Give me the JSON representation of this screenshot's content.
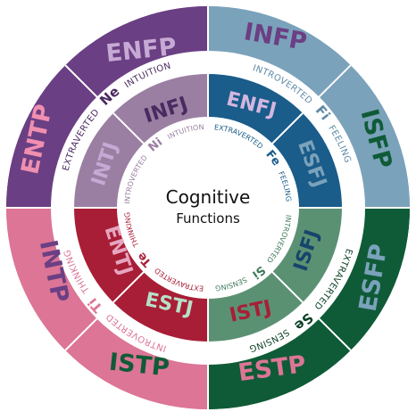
{
  "center": {
    "title": "Cognitive",
    "subtitle": "Functions"
  },
  "colors": {
    "purple": "#6b3f83",
    "purple_light": "#9a7fa3",
    "blue": "#1a5c8a",
    "blue_light": "#7ba2bb",
    "green": "#0f5b37",
    "green_light": "#5b9173",
    "pink": "#dc7596",
    "red": "#a81e36",
    "text_light_pink": "#f08fb0",
    "text_lavender": "#c6a9d4",
    "text_pale_blue": "#b5d2e6",
    "text_dark_blue": "#15456b",
    "text_dark_green": "#0a3f24",
    "text_light_blue": "#9fc3dd",
    "text_dark_purple": "#4a2a60",
    "text_dark_red": "#7a1424"
  },
  "outer_ring": [
    {
      "type": "ENFP"
    },
    {
      "type": "INFP"
    },
    {
      "type": "ISFP"
    },
    {
      "type": "ESFP"
    },
    {
      "type": "ESTP"
    },
    {
      "type": "ISTP"
    },
    {
      "type": "INTP"
    },
    {
      "type": "ENTP"
    }
  ],
  "inner_ring": [
    {
      "type": "INFJ"
    },
    {
      "type": "ENFJ"
    },
    {
      "type": "ESFJ"
    },
    {
      "type": "ISFJ"
    },
    {
      "type": "ISTJ"
    },
    {
      "type": "ESTJ"
    },
    {
      "type": "ENTJ"
    },
    {
      "type": "INTJ"
    }
  ],
  "outer_functions": [
    {
      "pre": "EXTRAVERTED",
      "code": "Ne",
      "post": "INTUITION"
    },
    {
      "pre": "INTROVERTED",
      "code": "Fi",
      "post": "FEELING"
    },
    {
      "pre": "EXTRAVERTED",
      "code": "Se",
      "post": "SENSING"
    },
    {
      "pre": "INTROVERTED",
      "code": "Ti",
      "post": "THINKING"
    }
  ],
  "inner_functions": [
    {
      "pre": "INTROVERTED",
      "code": "Ni",
      "post": "INTUITION"
    },
    {
      "pre": "EXTRAVERTED",
      "code": "Fe",
      "post": "FEELING"
    },
    {
      "pre": "INTROVERTED",
      "code": "Si",
      "post": "SENSING"
    },
    {
      "pre": "EXTRAVERTED",
      "code": "Te",
      "post": "THINKING"
    }
  ]
}
